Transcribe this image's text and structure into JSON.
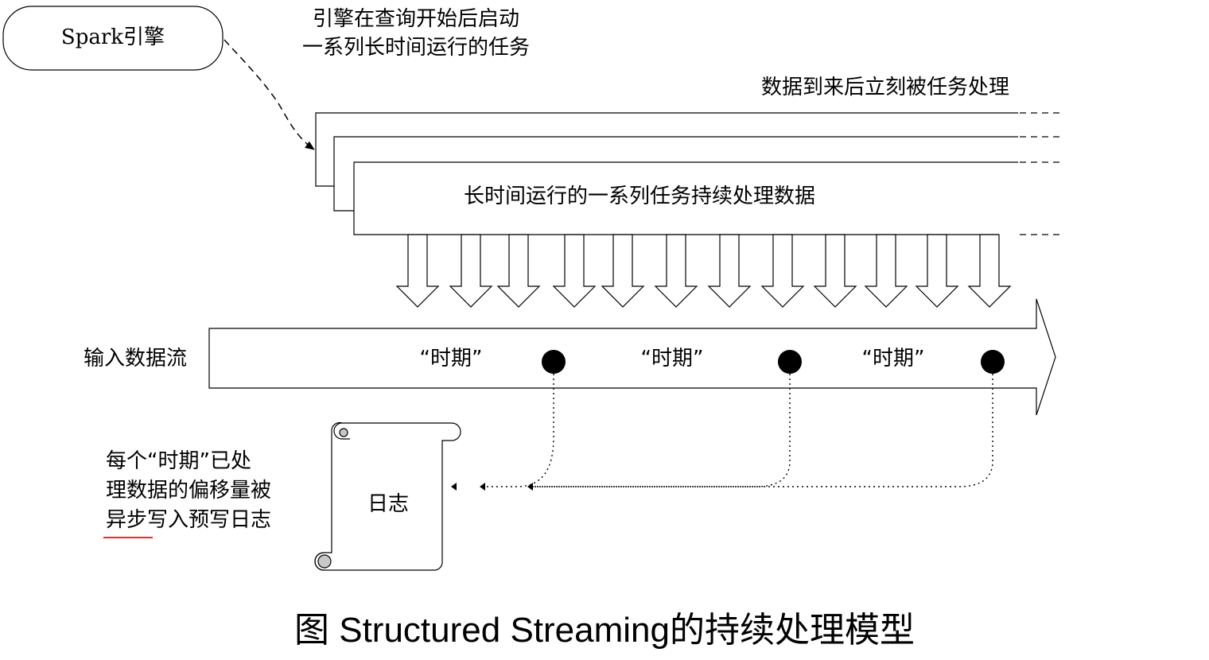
{
  "engine_label": "Spark引擎",
  "engine_note": [
    "引擎在查询开始后启动",
    "一系列长时间运行的任务"
  ],
  "immediate_note": "数据到来后立刻被任务处理",
  "tasks_label": "长时间运行的一系列任务持续处理数据",
  "stream_label": "输入数据流",
  "epoch_label": "“时期”",
  "epochs": [
    "“时期”",
    "“时期”",
    "“时期”"
  ],
  "log_label": "日志",
  "offset_note": [
    "每个“时期”已处",
    "理数据的偏移量被",
    "异步写入预写日志"
  ],
  "caption": "图 Structured Streaming的持续处理模型"
}
